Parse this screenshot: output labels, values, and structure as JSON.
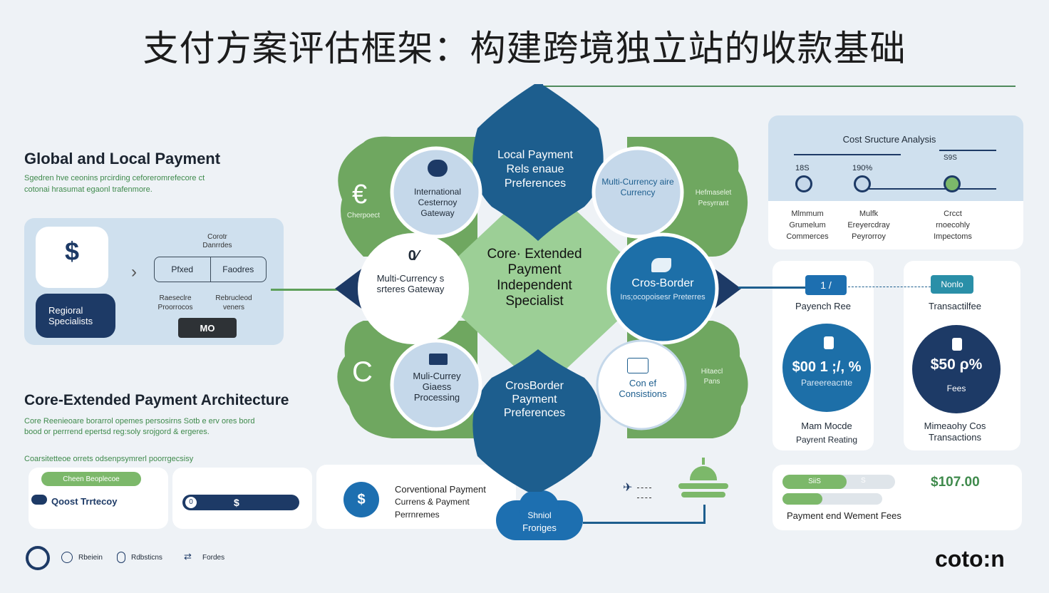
{
  "title": "支付方案评估框架：构建跨境独立站的收款基础",
  "left": {
    "global_title": "Global and Local Payment",
    "global_desc_1": "Sgedren hve ceonins prcirding ceforeromrefecore ct",
    "global_desc_2": "cotonai hrasumat egaonl trafenmore.",
    "card": {
      "badge_label": "Regioral Specialists",
      "header_top": "Corotr",
      "header_sub": "Danrrdes",
      "seg_left": "Pfxed",
      "seg_right": "Faodres",
      "sub_left_1": "Raeseclre",
      "sub_left_2": "Proorrocos",
      "sub_right_1": "Rebrucleod",
      "sub_right_2": "veners",
      "button": "MO"
    },
    "arch_title": "Core-Extended Payment Architecture",
    "arch_desc_1": "Core Reenieoare borarrol opemes persosirns Sotb e erv ores bord",
    "arch_desc_2": "bood or perrrend epertsd reg:soly srojgord & ergeres.",
    "arch_desc_3": "Coarsitetteoe orrets odsenpsymrerl poorrgecsisy"
  },
  "bottom": {
    "pill_green": "Cheen Beoplecoe",
    "cost_label": "Qoost Trrtecoy",
    "bar_left": "0",
    "bar_right": "$",
    "conv_1": "Corventional Payment",
    "conv_2": "Currens & Payment",
    "conv_3": "Perrnremes",
    "cloud_1": "Shniol",
    "cloud_2": "Froriges",
    "legend": [
      "Rbeiein",
      "Rdbsticns",
      "Fordes"
    ],
    "brand": "coto:n"
  },
  "center": {
    "core_text": "Core· Extended Payment Independent Specialist",
    "top_leaf": "Local Payment Rels enaue Preferences",
    "bottom_leaf": "CrosBorder Payment Preferences",
    "tl_circle": "International Cesternoy Gateway",
    "tl_circle_icon": "🌐",
    "tr_circle": "Multi-Currency aire Currency",
    "left_circle_top": "0⁄",
    "left_circle": "Multi-Currency s srteres Gateway",
    "right_circle_1": "Cros-Border",
    "right_circle_2": "Ins;ocopoisesr Preterres",
    "bl_circle": "Muli-Currey Giaess Processing",
    "br_circle": "Con ef Consistions",
    "tl_green_text": "Cherpoect",
    "tr_green_text_1": "Hefmaselet",
    "tr_green_text_2": "Pesyrrant",
    "br_green_text_1": "Hitaecl",
    "br_green_text_2": "Pans"
  },
  "right": {
    "analysis_title": "Cost Sructure Analysis",
    "labels": [
      "18S",
      "190%",
      "S9S"
    ],
    "items": [
      {
        "l1": "Mlmmum",
        "l2": "Grumelum",
        "l3": "Commerces"
      },
      {
        "l1": "Mulfk",
        "l2": "Ereyercdray",
        "l3": "Peyrorroy"
      },
      {
        "l1": "Crcct",
        "l2": "rnoecohly",
        "l3": "Impectoms"
      }
    ],
    "fee1_tag": "1 /",
    "fee1_label": "Payench Ree",
    "fee2_tag": "Nonlo",
    "fee2_label": "Transactilfee",
    "circle1_val": "$00 1 ;/, %",
    "circle1_sub": "Pareereacnte",
    "circle2_val": "$50 ρ%",
    "circle2_sub": "Fees",
    "bottom1_1": "Mam Mocde",
    "bottom1_2": "Payrent Reating",
    "bottom2_1": "Mimeaohy Cos",
    "bottom2_2": "Transactions",
    "slider_left": "SiiS",
    "slider_right": "S",
    "amount": "$107.00",
    "fees_label": "Payment end Wement Fees"
  },
  "colors": {
    "green": "#6fa760",
    "navy": "#1d5e8e",
    "dark_navy": "#1d3a66",
    "light_blue": "#c5d8ea"
  }
}
